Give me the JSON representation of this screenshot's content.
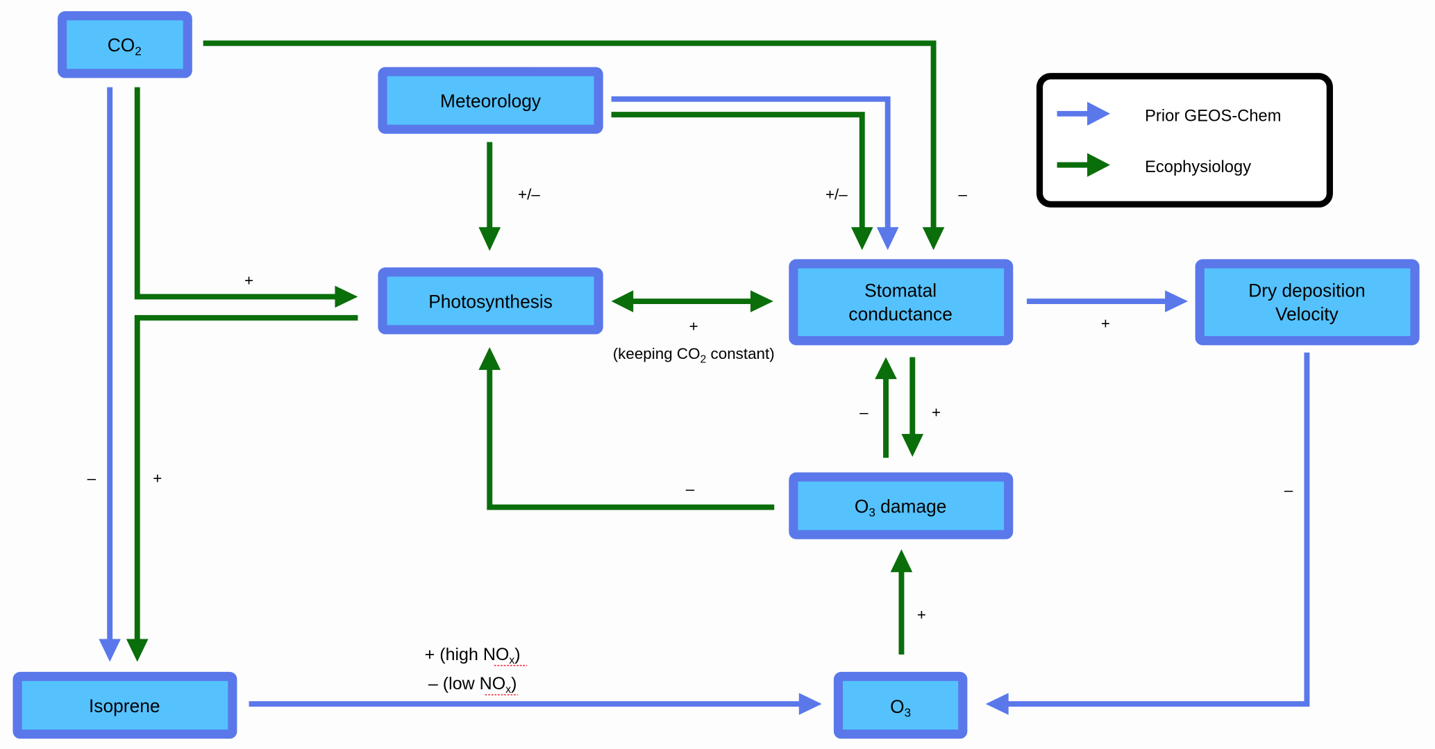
{
  "nodes": {
    "co2": {
      "label": "CO",
      "sub": "2"
    },
    "meteorology": {
      "label": "Meteorology"
    },
    "photosynthesis": {
      "label": "Photosynthesis"
    },
    "stomatal": {
      "line1": "Stomatal",
      "line2": "conductance"
    },
    "dry_deposition": {
      "line1": "Dry deposition",
      "line2": "Velocity"
    },
    "o3_damage": {
      "pre": "O",
      "sub": "3",
      "post": " damage"
    },
    "isoprene": {
      "label": "Isoprene"
    },
    "o3": {
      "label": "O",
      "sub": "3"
    }
  },
  "legend": {
    "items": [
      {
        "label": "Prior GEOS-Chem",
        "color": "#5a78ea"
      },
      {
        "label": "Ecophysiology",
        "color": "#0a6e0a"
      }
    ]
  },
  "edge_labels": {
    "co2_photo": "+",
    "met_photo": "+/–",
    "met_stomatal": "+/–",
    "co2_stomatal": "–",
    "photo_stomatal_sign": "+",
    "photo_stomatal_note_pre": "(keeping CO",
    "photo_stomatal_note_sub": "2",
    "photo_stomatal_note_post": " constant)",
    "stomatal_dry": "+",
    "damage_stomatal": "–",
    "stomatal_damage": "+",
    "damage_photo": "–",
    "co2_isoprene_blue": "–",
    "co2_isoprene_green": "+",
    "dry_o3": "–",
    "o3_damage": "+",
    "isoprene_o3_high": "+ (high NO",
    "isoprene_o3_low": "– (low NO",
    "nox_sub": "x",
    "paren": ")"
  },
  "colors": {
    "prior": "#5a78ea",
    "ecophysiology": "#0a6e0a",
    "node_fill": "#55c2fe",
    "node_border": "#5a78ea"
  }
}
